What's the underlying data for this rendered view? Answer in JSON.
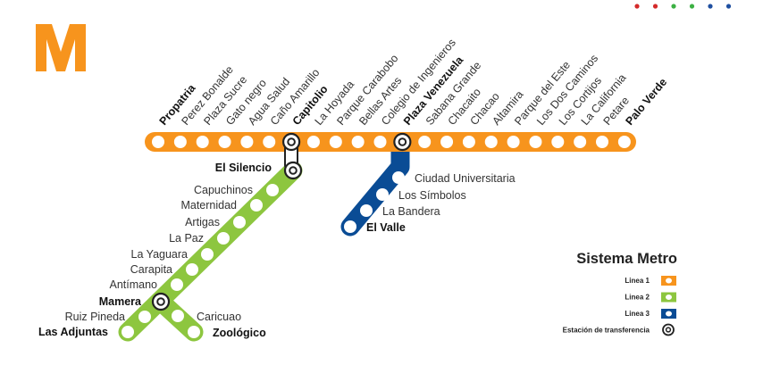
{
  "logo": {
    "letter": "M"
  },
  "colors": {
    "line1": "#f7941d",
    "line2": "#8dc63f",
    "line3": "#0a4c95",
    "dot_red": "#d42a2a",
    "dot_green": "#3cb043",
    "dot_blue": "#1f4fa0"
  },
  "header_dots": [
    "red",
    "red",
    "green",
    "green",
    "blue",
    "blue"
  ],
  "line1": {
    "name": "Linea 1",
    "stations": [
      {
        "name": "Propatria",
        "bold": true
      },
      {
        "name": "Perez Bonalde",
        "bold": false
      },
      {
        "name": "Plaza Sucre",
        "bold": false
      },
      {
        "name": "Gato negro",
        "bold": false
      },
      {
        "name": "Agua Salud",
        "bold": false
      },
      {
        "name": "Caño Amarillo",
        "bold": false
      },
      {
        "name": "Capitolio",
        "bold": true,
        "transfer": true
      },
      {
        "name": "La Hoyada",
        "bold": false
      },
      {
        "name": "Parque Carabobo",
        "bold": false
      },
      {
        "name": "Bellas Artes",
        "bold": false
      },
      {
        "name": "Colegio de Ingenieros",
        "bold": false
      },
      {
        "name": "Plaza Venezuela",
        "bold": true,
        "transfer": true
      },
      {
        "name": "Sabana Grande",
        "bold": false
      },
      {
        "name": "Chacaito",
        "bold": false
      },
      {
        "name": "Chacao",
        "bold": false
      },
      {
        "name": "Altamira",
        "bold": false
      },
      {
        "name": "Parque del Este",
        "bold": false
      },
      {
        "name": "Los Dos Caminos",
        "bold": false
      },
      {
        "name": "Los Cortijos",
        "bold": false
      },
      {
        "name": "La California",
        "bold": false
      },
      {
        "name": "Petare",
        "bold": false
      },
      {
        "name": "Palo Verde",
        "bold": true
      }
    ]
  },
  "line2": {
    "name": "Linea 2",
    "stations": [
      {
        "name": "El Silencio",
        "bold": true,
        "transfer": true
      },
      {
        "name": "Capuchinos",
        "bold": false
      },
      {
        "name": "Maternidad",
        "bold": false
      },
      {
        "name": "Artigas",
        "bold": false
      },
      {
        "name": "La Paz",
        "bold": false
      },
      {
        "name": "La Yaguara",
        "bold": false
      },
      {
        "name": "Carapita",
        "bold": false
      },
      {
        "name": "Antímano",
        "bold": false
      },
      {
        "name": "Mamera",
        "bold": true,
        "transfer": true
      },
      {
        "name": "Ruiz Pineda",
        "bold": false
      },
      {
        "name": "Las Adjuntas",
        "bold": true
      },
      {
        "name": "Caricuao",
        "bold": false
      },
      {
        "name": "Zoológico",
        "bold": true
      }
    ]
  },
  "line3": {
    "name": "Linea 3",
    "stations": [
      {
        "name": "Ciudad Universitaria",
        "bold": false
      },
      {
        "name": "Los Símbolos",
        "bold": false
      },
      {
        "name": "La Bandera",
        "bold": false
      },
      {
        "name": "El Valle",
        "bold": true
      }
    ]
  },
  "legend": {
    "title": "Sistema Metro",
    "items": [
      {
        "label": "Linea 1",
        "type": "line1"
      },
      {
        "label": "Linea 2",
        "type": "line2"
      },
      {
        "label": "Linea 3",
        "type": "line3"
      },
      {
        "label": "Estación de transferencia",
        "type": "transfer"
      }
    ]
  }
}
